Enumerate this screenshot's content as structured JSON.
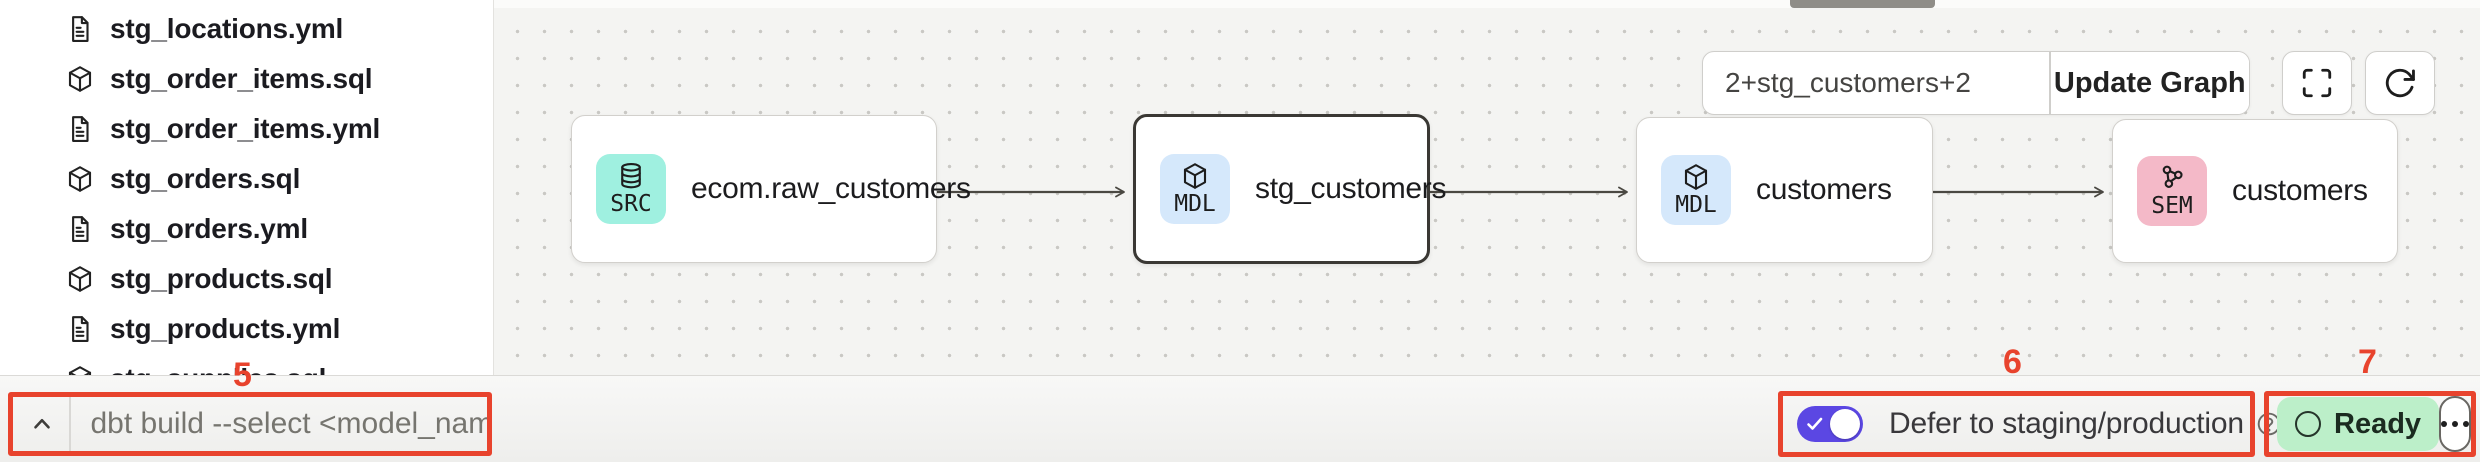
{
  "sidebar": {
    "files": [
      {
        "name": "stg_locations.yml",
        "type": "yml"
      },
      {
        "name": "stg_order_items.sql",
        "type": "sql"
      },
      {
        "name": "stg_order_items.yml",
        "type": "yml"
      },
      {
        "name": "stg_orders.sql",
        "type": "sql"
      },
      {
        "name": "stg_orders.yml",
        "type": "yml"
      },
      {
        "name": "stg_products.sql",
        "type": "sql"
      },
      {
        "name": "stg_products.yml",
        "type": "yml"
      },
      {
        "name": "stg_supplies.sql",
        "type": "sql",
        "partially_visible": true
      }
    ]
  },
  "canvas": {
    "nodes": [
      {
        "badge": "SRC",
        "label": "ecom.raw_customers",
        "selected": false
      },
      {
        "badge": "MDL",
        "label": "stg_customers",
        "selected": true
      },
      {
        "badge": "MDL",
        "label": "customers",
        "selected": false
      },
      {
        "badge": "SEM",
        "label": "customers",
        "selected": false
      }
    ],
    "edges": [
      {
        "from": "ecom.raw_customers",
        "to": "stg_customers"
      },
      {
        "from": "stg_customers",
        "to": "customers"
      },
      {
        "from": "customers",
        "to": "customers (SEM)"
      }
    ],
    "controls": {
      "selector_value": "2+stg_customers+2",
      "update_button": "Update Graph"
    }
  },
  "statusbar": {
    "command_placeholder": "dbt build --select <model_name>",
    "defer_label": "Defer to staging/production",
    "defer_toggle_on": true,
    "ready_label": "Ready"
  },
  "annotations": {
    "label5": "5",
    "label6": "6",
    "label7": "7"
  },
  "colors": {
    "annotation_red": "#E8432D",
    "badge_src": "#9FF0E0",
    "badge_mdl": "#D5E8FB",
    "badge_sem": "#F4B9C8",
    "toggle_purple": "#5B47E3",
    "ready_green": "#BCEFC9",
    "canvas_bg": "#F4F4F2"
  }
}
